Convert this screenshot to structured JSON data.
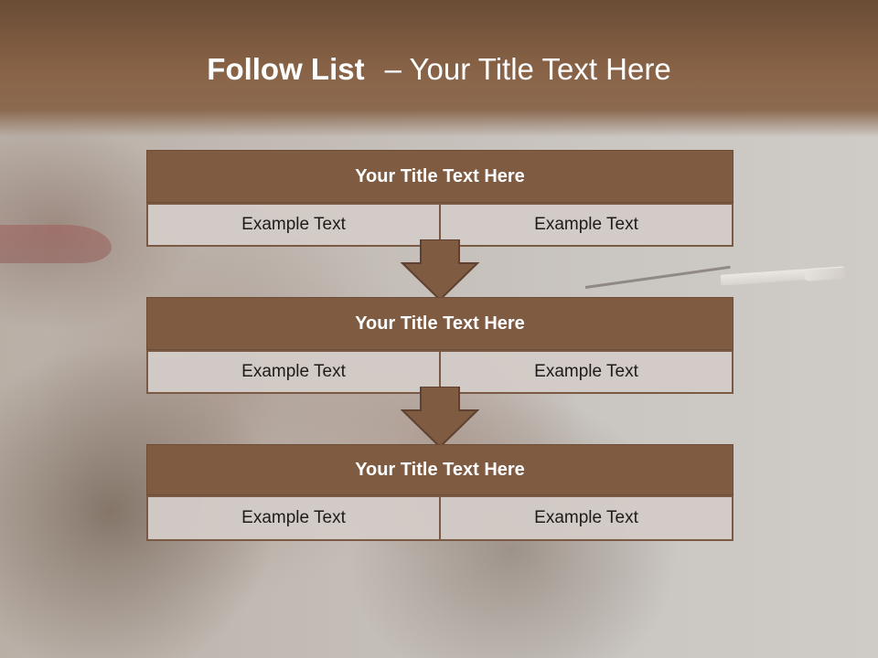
{
  "slide": {
    "title_bold": "Follow List",
    "title_sep": "–",
    "title_rest": "Your Title Text Here"
  },
  "steps": [
    {
      "title": "Your Title Text Here",
      "left": "Example Text",
      "right": "Example Text"
    },
    {
      "title": "Your Title Text Here",
      "left": "Example Text",
      "right": "Example Text"
    },
    {
      "title": "Your Title Text Here",
      "left": "Example Text",
      "right": "Example Text"
    }
  ],
  "colors": {
    "header": "#8a6448",
    "box_title": "#7f5b42",
    "box_cell": "#d3cbc7",
    "arrow": "#7f5b42"
  },
  "icons": [
    "down-arrow-icon"
  ]
}
